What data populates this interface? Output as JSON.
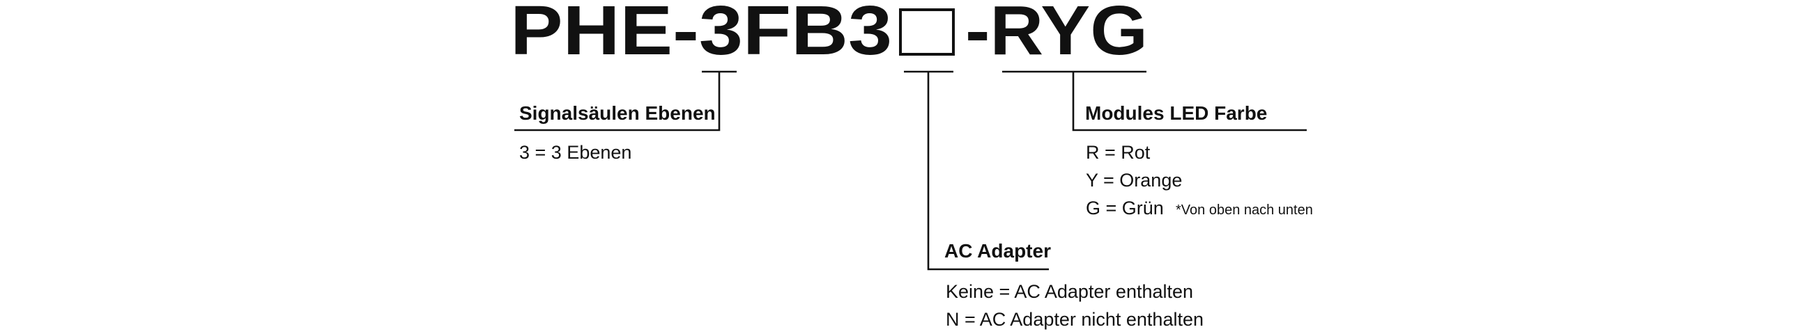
{
  "part_number": {
    "prefix": "PHE-3FB3",
    "suffix": "-RYG"
  },
  "groups": {
    "levels": {
      "heading": "Signalsäulen Ebenen",
      "options": [
        "3 = 3 Ebenen"
      ]
    },
    "adapter": {
      "heading": "AC Adapter",
      "options": [
        "Keine = AC Adapter enthalten",
        "N = AC Adapter nicht enthalten"
      ]
    },
    "led": {
      "heading": "Modules LED Farbe",
      "options": [
        "R = Rot",
        "Y = Orange",
        "G = Grün"
      ],
      "note": "*Von oben nach unten"
    }
  }
}
